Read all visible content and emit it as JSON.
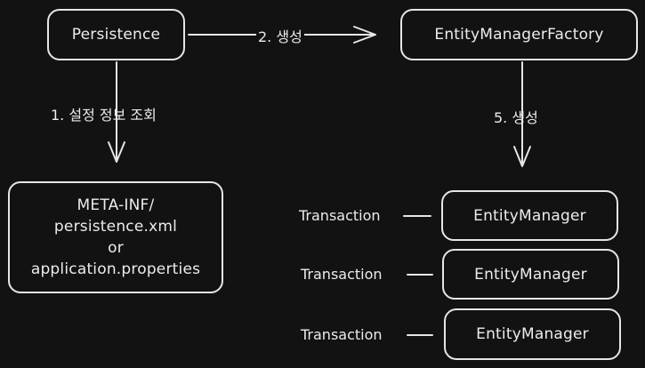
{
  "nodes": {
    "persistence": "Persistence",
    "emf": "EntityManagerFactory",
    "config": [
      "META-INF/",
      "persistence.xml",
      "or",
      "application.properties"
    ],
    "em1": "EntityManager",
    "em2": "EntityManager",
    "em3": "EntityManager"
  },
  "edges": {
    "create_emf": "2. 생성",
    "read_config": "1. 설정 정보 조회",
    "create_em": "5. 생성"
  },
  "transactions": [
    "Transaction",
    "Transaction",
    "Transaction"
  ]
}
